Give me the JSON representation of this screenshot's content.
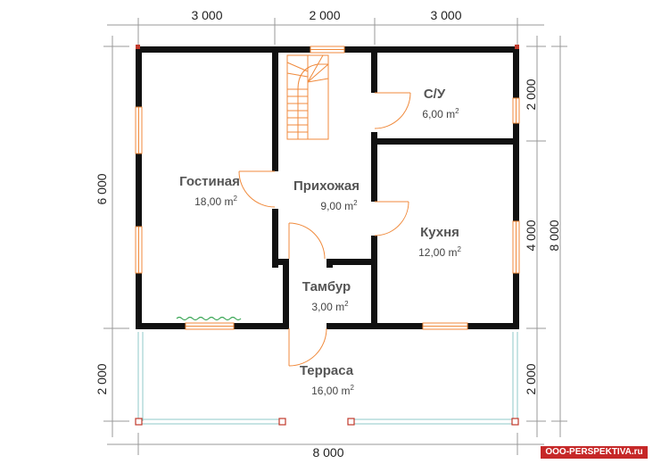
{
  "dimensions": {
    "top": [
      "3 000",
      "2 000",
      "3 000"
    ],
    "bottom": "8 000",
    "left_upper": "6 000",
    "left_lower": "2 000",
    "right_su": "2 000",
    "right_kitchen": "4 000",
    "right_total": "8 000",
    "right_terrace": "2 000"
  },
  "rooms": [
    {
      "id": "living",
      "name": "Гостиная",
      "area": "18,00 m",
      "unit_exp": "2"
    },
    {
      "id": "hall",
      "name": "Прихожая",
      "area": "9,00 m",
      "unit_exp": "2"
    },
    {
      "id": "bath",
      "name": "С/У",
      "area": "6,00 m",
      "unit_exp": "2"
    },
    {
      "id": "kitchen",
      "name": "Кухня",
      "area": "12,00 m",
      "unit_exp": "2"
    },
    {
      "id": "vestibule",
      "name": "Тамбур",
      "area": "3,00 m",
      "unit_exp": "2"
    },
    {
      "id": "terrace",
      "name": "Терраса",
      "area": "16,00 m",
      "unit_exp": "2"
    }
  ],
  "brand": "OOO-PERSPEKTIVA.ru",
  "colors": {
    "wall": "#111111",
    "door": "#f08a3c",
    "railing": "#8fc9c9",
    "post": "#c0392b",
    "brand": "#c62828"
  }
}
